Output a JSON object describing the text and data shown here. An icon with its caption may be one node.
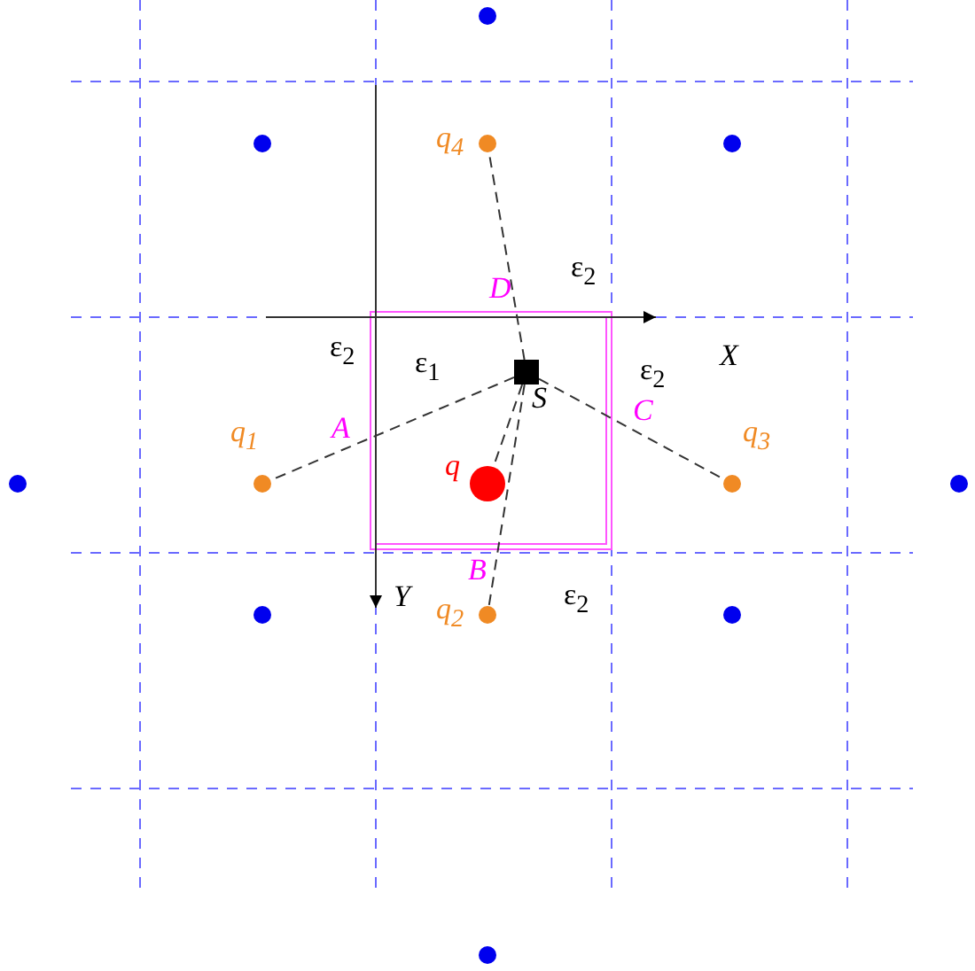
{
  "diagram": {
    "nodes": [
      {
        "text": [
          "S"
        ]
      },
      {
        "text": [
          "q"
        ]
      },
      {
        "text": [
          "q$_{1}$"
        ]
      },
      {
        "text": [
          "q$_{2}$"
        ]
      },
      {
        "text": [
          "q$_{3}$"
        ]
      },
      {
        "text": [
          "q$_{4}$"
        ]
      },
      {
        "text": [],
        "shape": "circle"
      },
      {
        "text": [],
        "shape": "circle"
      },
      {
        "text": [],
        "shape": "circle"
      },
      {
        "text": [],
        "shape": "circle"
      },
      {
        "text": [],
        "shape": "circle"
      },
      {
        "text": [],
        "shape": "circle"
      },
      {
        "text": [],
        "shape": "circle"
      },
      {
        "text": [],
        "shape": "circle"
      }
    ],
    "edges": [
      {
        "from": 0,
        "to": 5,
        "arrow": "none",
        "style": "dashed",
        "label": "D"
      },
      {
        "from": 0,
        "to": 2,
        "arrow": "none",
        "style": "dashed",
        "label": "A"
      },
      {
        "from": 0,
        "to": 4,
        "arrow": "none",
        "style": "dashed",
        "label": "C"
      },
      {
        "from": 0,
        "to": 1,
        "arrow": "none",
        "style": "dashed"
      },
      {
        "from": 0,
        "to": 3,
        "arrow": "none",
        "style": "dashed",
        "label": "B"
      }
    ],
    "labels": [
      "ε$_{2}$",
      "ε$_{2}$",
      "ε$_{1}$",
      "ε$_{2}$",
      "X",
      "Y",
      "ε$_{2}$"
    ]
  }
}
